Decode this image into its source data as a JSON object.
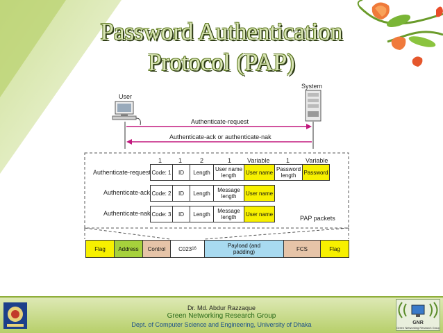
{
  "slide": {
    "title_line1": "Password Authentication",
    "title_line2": "Protocol (PAP)"
  },
  "diagram": {
    "user_label": "User",
    "system_label": "System",
    "arrow_request": "Authenticate-request",
    "arrow_reply": "Authenticate-ack or authenticate-nak",
    "field_sizes": [
      "1",
      "1",
      "2",
      "1",
      "Variable",
      "1",
      "Variable"
    ],
    "rows": [
      {
        "name": "Authenticate-request",
        "code": "Code: 1",
        "id": "ID",
        "length": "Length",
        "len_field": "User name length",
        "name_field": "User name",
        "pw_len": "Password length",
        "pw": "Password"
      },
      {
        "name": "Authenticate-ack",
        "code": "Code: 2",
        "id": "ID",
        "length": "Length",
        "len_field": "Message length",
        "name_field": "User name"
      },
      {
        "name": "Authenticate-nak",
        "code": "Code: 3",
        "id": "ID",
        "length": "Length",
        "len_field": "Message length",
        "name_field": "User name"
      }
    ],
    "packets_label": "PAP packets",
    "frame": {
      "flag1": "Flag",
      "address": "Address",
      "control": "Control",
      "protocol": "C023",
      "protocol_sub": "16",
      "payload": "Payload (and padding)",
      "fcs": "FCS",
      "flag2": "Flag"
    },
    "colors": {
      "yellow": "#f7f000",
      "green": "#a6d13c",
      "tan": "#e6c4a8",
      "blue": "#a8daf0",
      "arrow": "#c2187e"
    }
  },
  "footer": {
    "author": "Dr. Md. Abdur Razzaque",
    "group": "Green Networking Research Group",
    "dept": "Dept. of Computer Science and Engineering, University of Dhaka",
    "logo_left_icon": "university-seal-icon",
    "logo_right_icon": "gnr-logo-icon",
    "logo_right_text": "GNR",
    "logo_right_sub": "Green Networking Research Group"
  }
}
